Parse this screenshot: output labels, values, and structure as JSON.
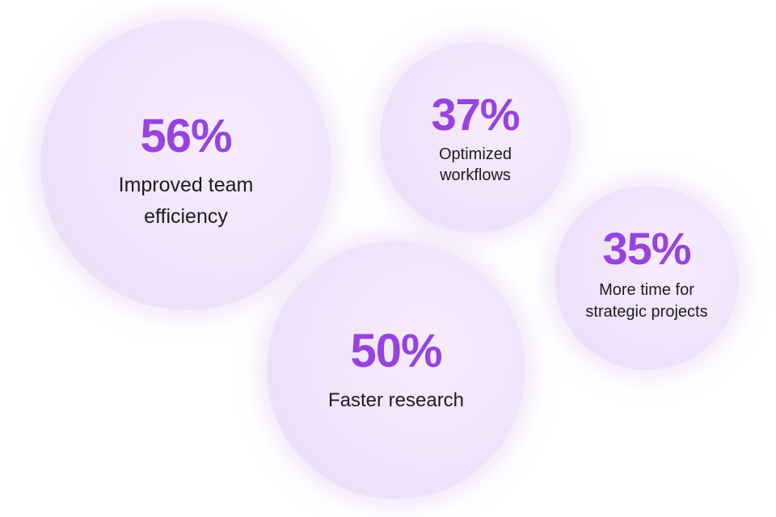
{
  "stats": [
    {
      "value": "56%",
      "label": "Improved team efficiency"
    },
    {
      "value": "37%",
      "label": "Optimized workflows"
    },
    {
      "value": "35%",
      "label": "More time for strategic projects"
    },
    {
      "value": "50%",
      "label": "Faster research"
    }
  ],
  "colors": {
    "value_text": "#9643e0",
    "label_text": "#1c1c1f",
    "bubble_fill": "#f2e4fb",
    "background": "#ffffff"
  }
}
